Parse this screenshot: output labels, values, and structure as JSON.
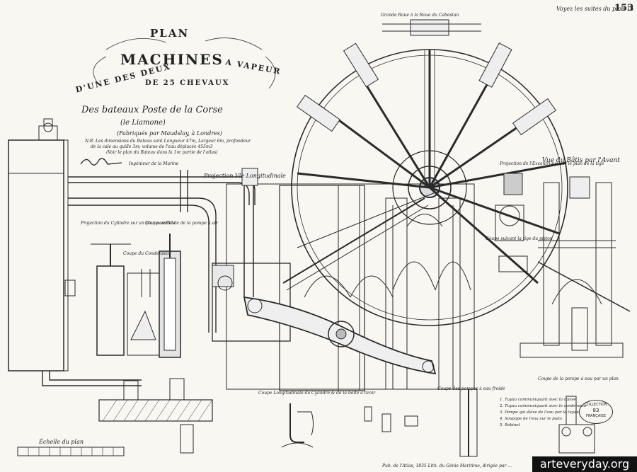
{
  "header": {
    "top_note": "Voyez les suites du plan 14",
    "plate_number": "153"
  },
  "title": {
    "plan": "PLAN",
    "une_des_deux": "D'UNE DES DEUX",
    "machines": "MACHINES",
    "a_vapeur": "A VAPEUR",
    "de_25_chevaux": "DE 25 CHEVAUX",
    "subtitle": "Des bateaux Poste de la Corse",
    "ship_name": "(le Liamone)",
    "maker": "(Fabriqués par Maudslay, à Londres)",
    "note_1": "N.B. Les dimensions du Bateau sont Longueur 47m, Largeur 6m, profondeur",
    "note_2": "de la cale au quille 3m; volume de l'eau déplacée 455m3",
    "note_3": "(Voir le plan du Bateau dans la 1re partie de l'atlas)",
    "signature": "Ingénieur de la Marine"
  },
  "labels": {
    "top_wheel": "Grande Roue à la Roue du Cabestan",
    "projection": "Projection Vle Longitudinale",
    "vue_batis": "Vue du Bâtis par l'Avant",
    "projection_excentrique": "Projection de l'Excentrique sur le plan de la tige",
    "coupe_piston": "Coupe suivant la tige du piston",
    "coupe_pompe": "Coupe verticale de la pompe à air",
    "projection_pompe": "Projection du Cylindre sur un plan parallèle",
    "coupe_condenseur": "Coupe du Condenseur",
    "echelle": "Échelle du plan",
    "coupe_long": "Coupe Longitudinale du Cylindre & de la boîte à tiroir",
    "coupe_pompes_bas": "Coupe des pompes à eau froide",
    "coupe_droite": "Coupe de la pompe à eau par un plan",
    "imprint": "Pub. de l'Atlas, 1835 Lith. du Génie Maritime, dirigée par ..."
  },
  "legend": [
    "1. Tuyau communiquant avec la caisse",
    "2. Tuyau communiquant avec le condenseur",
    "3. Pompe qui élève de l'eau par la tuyau",
    "4. Soupape de l'eau sur le puits",
    "5. Robinet"
  ],
  "stamp": {
    "line1": "COLLECTION",
    "line2": "83",
    "line3": "FRANÇAISE"
  },
  "watermark": "arteveryday.org"
}
